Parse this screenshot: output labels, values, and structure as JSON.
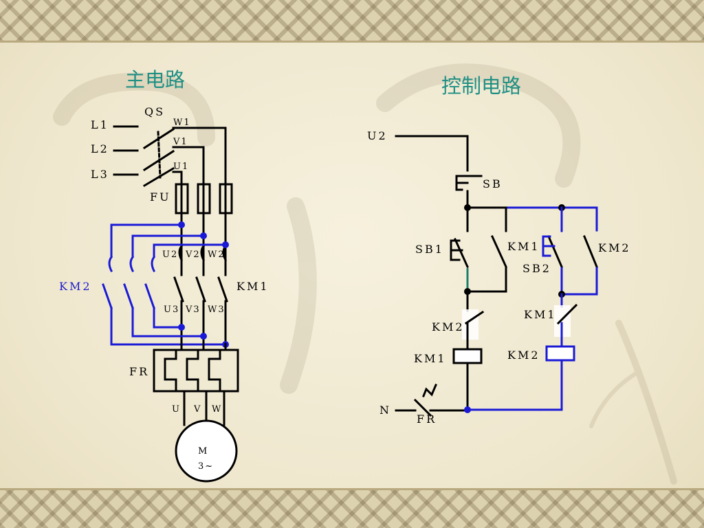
{
  "titles": {
    "main_circuit": "主电路",
    "control_circuit": "控制电路"
  },
  "main_circuit": {
    "phase_labels": [
      "L1",
      "L2",
      "L3"
    ],
    "switch_label": "QS",
    "switch_outputs": [
      "W1",
      "V1",
      "U1"
    ],
    "fuse_label": "FU",
    "km2_upper_nodes": [
      "U2",
      "V2",
      "W2"
    ],
    "km2_label": "KM2",
    "km1_label": "KM1",
    "km_lower_nodes": [
      "U3",
      "V3",
      "W3"
    ],
    "overload_label": "FR",
    "motor_terminals": [
      "U",
      "V",
      "W"
    ],
    "motor_letter": "M",
    "motor_phase": "3~"
  },
  "control_circuit": {
    "supply_label": "U2",
    "stop_button": "SB",
    "start_button_1": "SB1",
    "km1_hold_contact": "KM1",
    "start_button_2": "SB2",
    "km2_hold_contact": "KM2",
    "km2_interlock": "KM2",
    "km1_interlock": "KM1",
    "km1_coil": "KM1",
    "km2_coil": "KM2",
    "neutral_label": "N",
    "overload_contact": "FR"
  },
  "colors": {
    "title": "#1f8f84",
    "wire_black": "#000000",
    "wire_blue": "#1a1ad6"
  }
}
